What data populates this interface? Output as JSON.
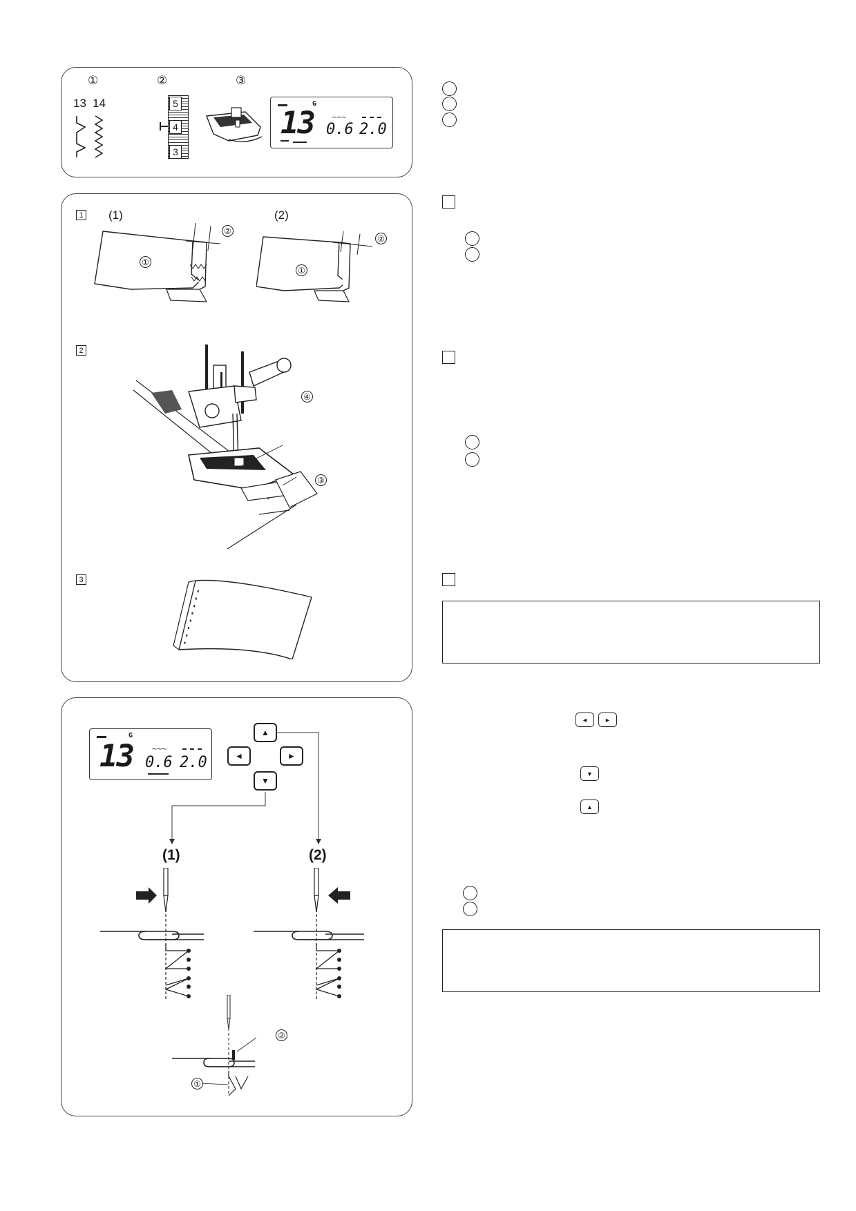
{
  "panel1": {
    "callouts": [
      "①",
      "②",
      "③"
    ],
    "pattern_numbers": [
      "13",
      "14"
    ],
    "dial_numbers": [
      "5",
      "4",
      "3"
    ],
    "lcd": {
      "pattern": "13",
      "width": "0.6",
      "length": "2.0",
      "foot": "G"
    }
  },
  "panel2": {
    "step_markers": [
      "1",
      "2",
      "3"
    ],
    "variant_labels": [
      "(1)",
      "(2)"
    ],
    "fabric_callouts": [
      "①",
      "②",
      "①",
      "②"
    ],
    "machine_callouts": [
      "④",
      "③"
    ]
  },
  "panel3": {
    "lcd": {
      "pattern": "13",
      "width": "0.6",
      "length": "2.0",
      "foot": "G"
    },
    "nav_keys": {
      "up": "▲",
      "down": "▼",
      "left": "◄",
      "right": "►"
    },
    "position_labels": [
      "(1)",
      "(2)"
    ],
    "bottom_callouts": [
      "②",
      "①"
    ]
  },
  "right_column": {
    "key_left": "◄",
    "key_right": "►",
    "key_down": "▼",
    "key_up": "▲"
  }
}
